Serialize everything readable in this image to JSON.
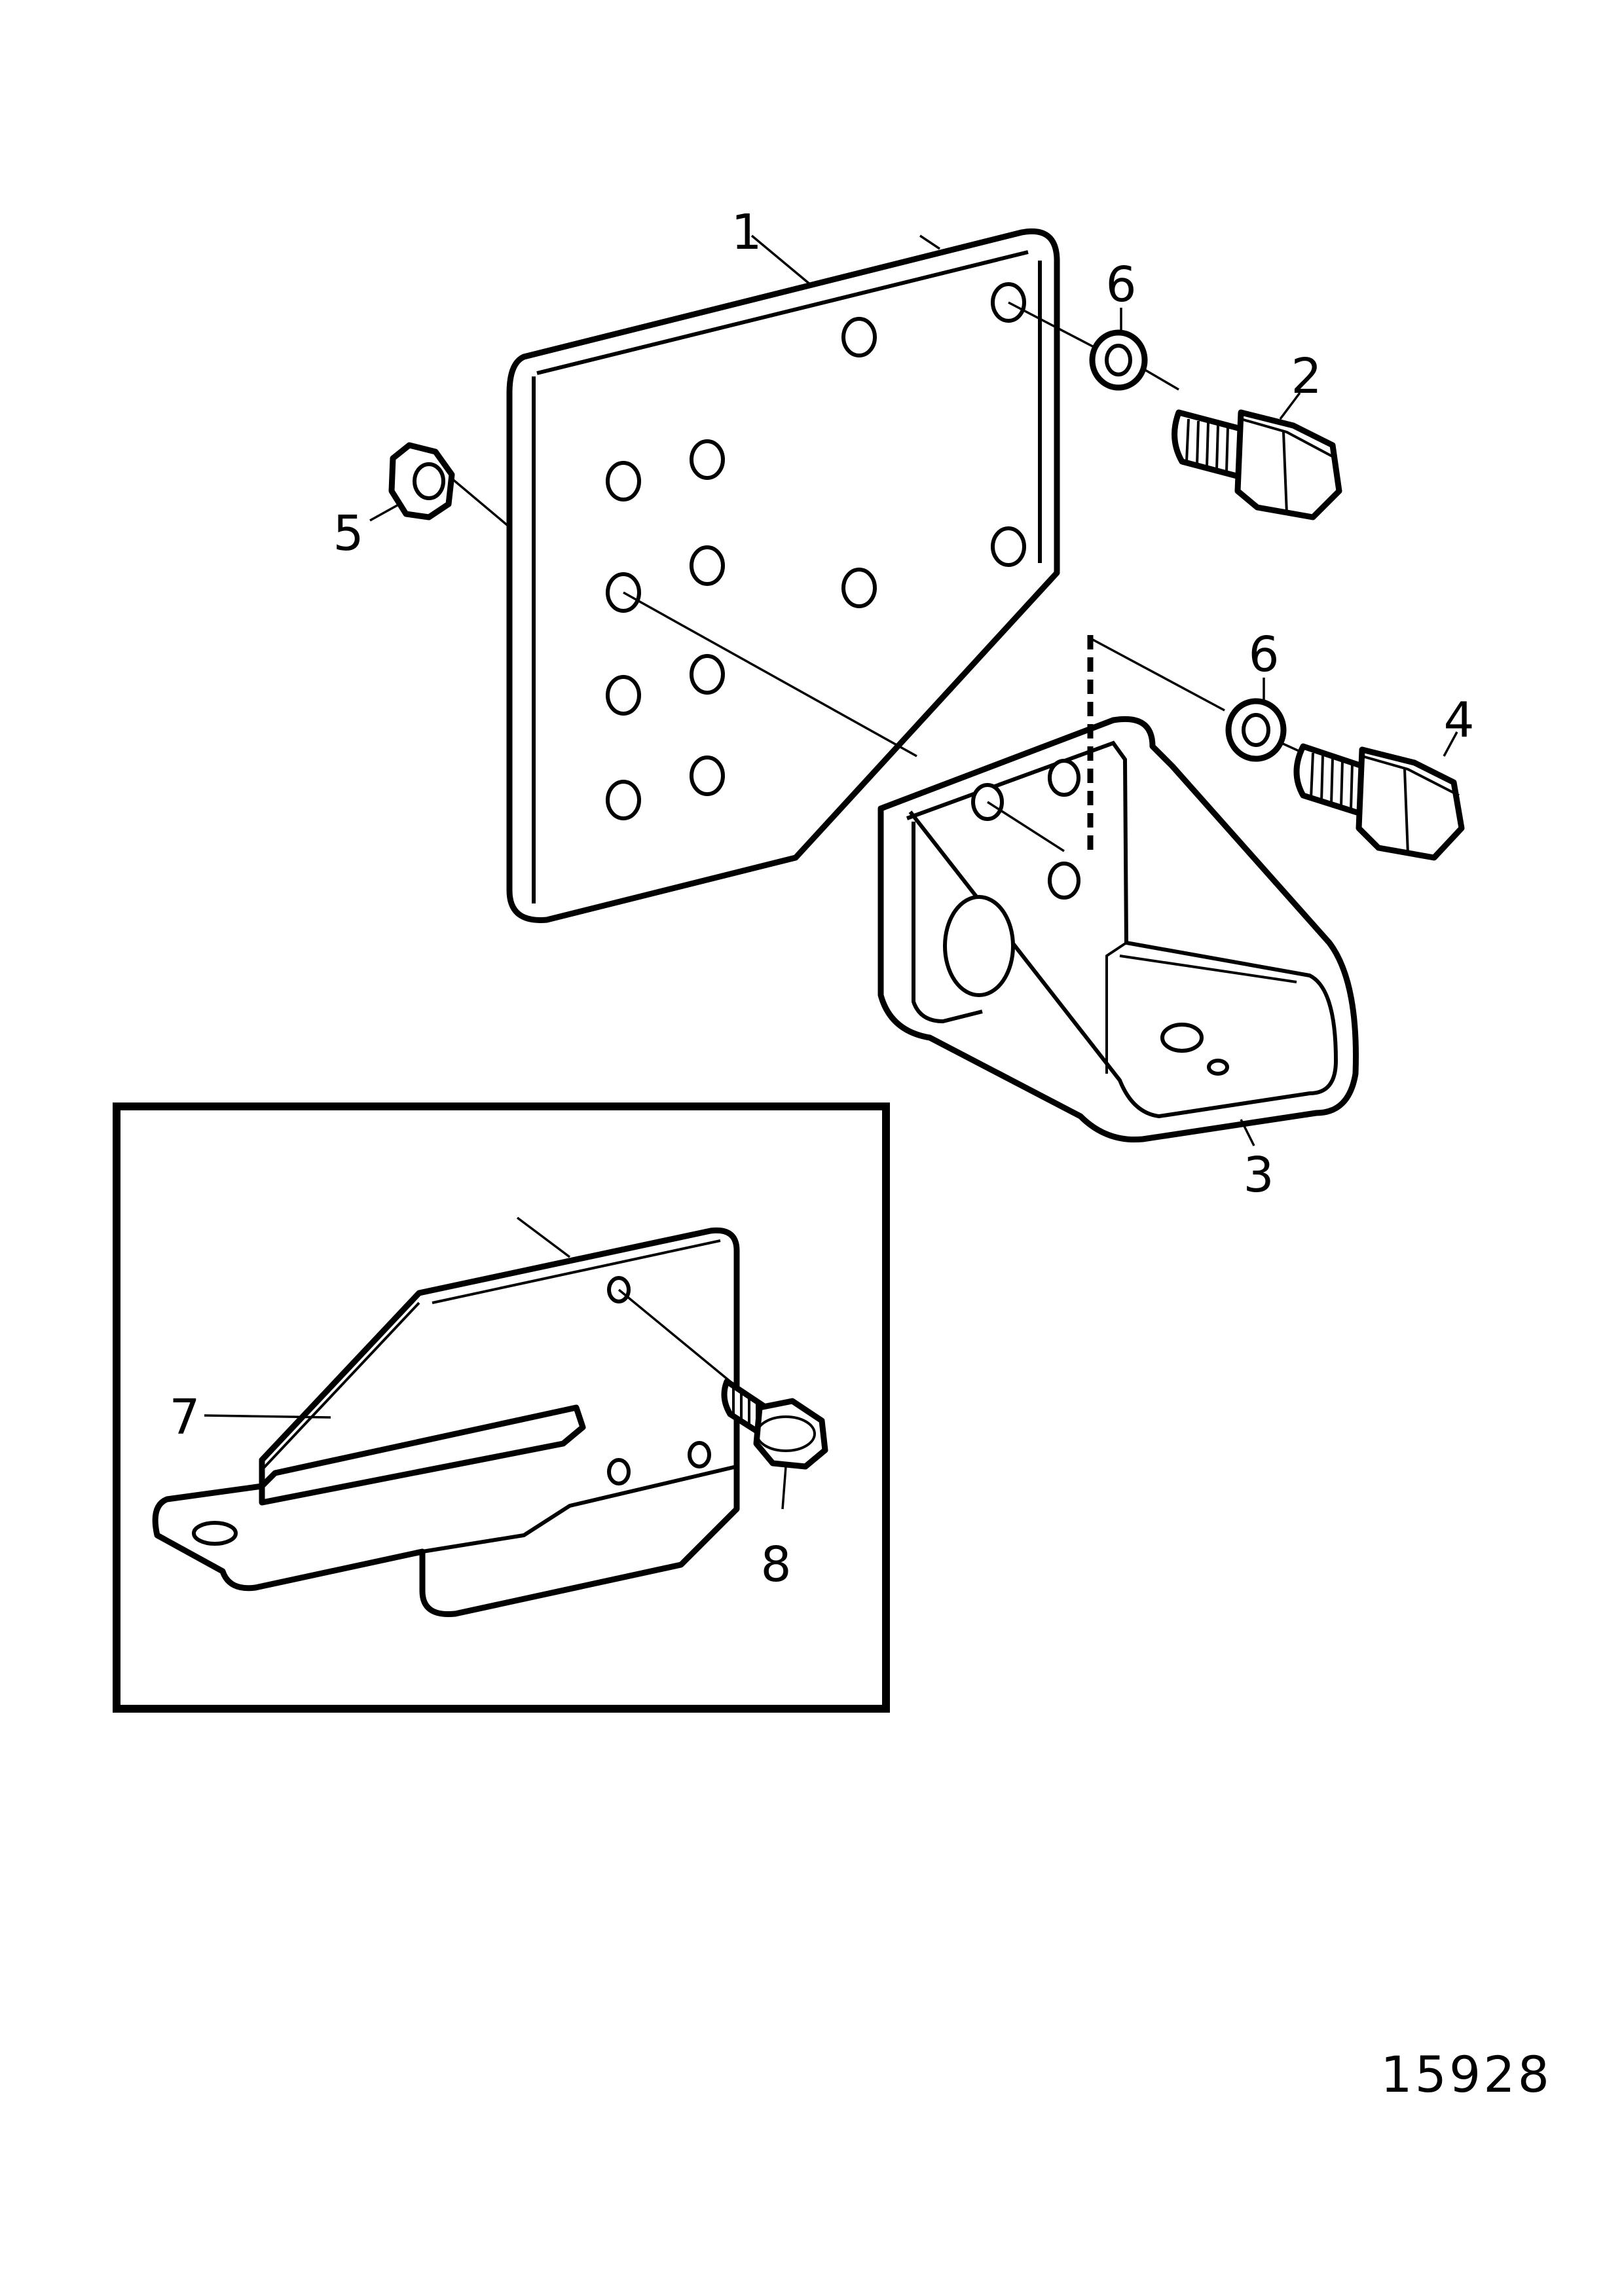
{
  "diagram": {
    "figure_number": "15928",
    "callouts": {
      "c1": "1",
      "c2": "2",
      "c3": "3",
      "c4": "4",
      "c5": "5",
      "c6a": "6",
      "c6b": "6",
      "c7": "7",
      "c8": "8"
    }
  }
}
